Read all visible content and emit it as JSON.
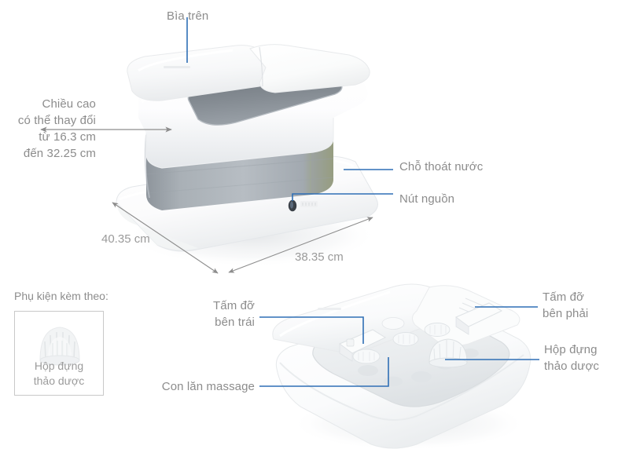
{
  "page": {
    "background": "#ffffff",
    "leader_color": "#2f6fb5",
    "dimension_color": "#8d8d8d",
    "text_color": "#8c8c8c"
  },
  "top_view": {
    "lid_label": "Bìa trên",
    "height_label": "Chiều cao\ncó thể thay đổi\ntừ 16.3 cm\nđến 32.25 cm",
    "drain_label": "Chỗ thoát nước",
    "power_label": "Nút nguồn",
    "depth_dimension": "40.35 cm",
    "width_dimension": "38.35 cm"
  },
  "accessories": {
    "title": "Phụ kiện kèm theo:",
    "items": [
      {
        "caption": "Hộp đựng\nthảo dược",
        "icon": "herb-container-icon"
      }
    ]
  },
  "bottom_view": {
    "left_support_label": "Tấm đỡ\nbên trái",
    "right_support_label": "Tấm đỡ\nbên phải",
    "roller_label": "Con lăn massage",
    "herb_box_label": "Hộp đựng\nthảo dược"
  }
}
